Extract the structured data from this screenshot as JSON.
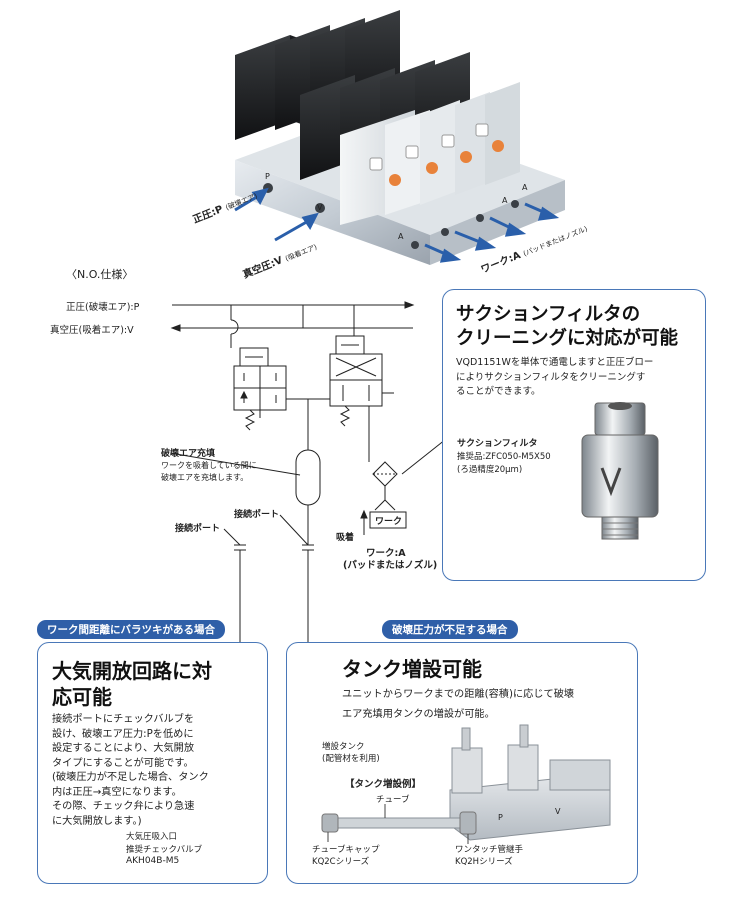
{
  "product_photo": {
    "labels": {
      "positive_pressure": "正圧:P",
      "positive_sub": "(破壊エア)",
      "vacuum_pressure": "真空圧:V",
      "vacuum_sub": "(吸着エア)",
      "work": "ワーク:A",
      "work_sub": "(パッドまたはノズル)",
      "port_p": "P",
      "port_v": "V",
      "port_a1": "A",
      "port_a2": "A",
      "port_a3": "A"
    }
  },
  "circuit": {
    "heading": "〈N.O.仕様〉",
    "line_p": "正圧(破壊エア):P",
    "line_v": "真空圧(吸着エア):V",
    "tank_title": "破壊エア充填",
    "tank_desc_1": "ワークを吸着している間に",
    "tank_desc_2": "破壊エアを充填します。",
    "port_label_1": "接続ポート",
    "port_label_2": "接続ポート",
    "suction": "吸着",
    "work_box": "ワーク",
    "work_label": "ワーク:A",
    "work_sub": "(パッドまたはノズル)"
  },
  "filter_box": {
    "title_1": "サクションフィルタの",
    "title_2": "クリーニングに対応が可能",
    "desc_1": "VQD1151Wを単体で通電しますと正圧ブロー",
    "desc_2": "によりサクションフィルタをクリーニングす",
    "desc_3": "ることができます。",
    "label_title": "サクションフィルタ",
    "label_1": "推奨品:ZFC050-M5X50",
    "label_2": "(ろ過精度20μm)"
  },
  "left_box": {
    "tag": "ワーク間距離にバラツキがある場合",
    "title_1": "大気開放回路に対",
    "title_2": "応可能",
    "desc_1": "接続ポートにチェックバルブを",
    "desc_2": "設け、破壊エア圧力:Pを低めに",
    "desc_3": "設定することにより、大気開放",
    "desc_4": "タイプにすることが可能です。",
    "desc_5": "(破壊圧力が不足した場合、タンク",
    "desc_6": "内は正圧→真空になります。",
    "desc_7": "その際、チェック弁により急速",
    "desc_8": "に大気開放します。)",
    "note_1": "大気圧吸入口",
    "note_2": "推奨チェックバルブ",
    "note_3": "AKH04B-M5"
  },
  "right_box": {
    "tag": "破壊圧力が不足する場合",
    "title": "タンク増設可能",
    "desc_1": "ユニットからワークまでの距離(容積)に応じて破壊",
    "desc_2": "エア充填用タンクの増設が可能。",
    "tank_label_1": "増設タンク",
    "tank_label_2": "(配管材を利用)",
    "example": "【タンク増設例】",
    "tube": "チューブ",
    "cap_1": "チューブキャップ",
    "cap_2": "KQ2Cシリーズ",
    "fitting_1": "ワンタッチ管継手",
    "fitting_2": "KQ2Hシリーズ",
    "port_p": "P",
    "port_v": "V"
  },
  "colors": {
    "accent": "#2f5fa8",
    "box_border": "#4a78b8",
    "arrow": "#2a5faa"
  }
}
